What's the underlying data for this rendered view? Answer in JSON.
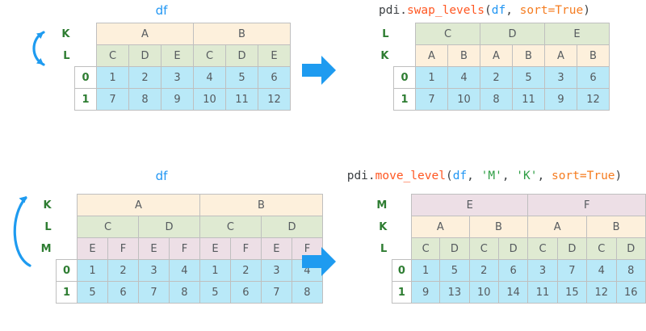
{
  "accent": {
    "blue": "#2196f3",
    "arrow_blue": "#1e9bf0",
    "level_label_green": "#2e7d32",
    "header_k": "#fdf0dc",
    "header_l": "#dfead2",
    "header_m": "#eddfe6",
    "data_cell": "#b9e9f8",
    "fn_orange": "#ff5722",
    "kw_orange": "#f57c20",
    "str_green": "#2e9e44"
  },
  "panels": {
    "top_left": {
      "title": {
        "type": "plain",
        "text": "df"
      },
      "level_names": [
        "K",
        "L"
      ],
      "level_indicator": "double-curved-swap-arrow",
      "header_rows": [
        {
          "level": "K",
          "style": "lv-k",
          "cells": [
            {
              "text": "A",
              "span": 3
            },
            {
              "text": "B",
              "span": 3
            }
          ]
        },
        {
          "level": "L",
          "style": "lv-l",
          "cells": [
            {
              "text": "C",
              "span": 1
            },
            {
              "text": "D",
              "span": 1
            },
            {
              "text": "E",
              "span": 1
            },
            {
              "text": "C",
              "span": 1
            },
            {
              "text": "D",
              "span": 1
            },
            {
              "text": "E",
              "span": 1
            }
          ]
        }
      ],
      "index": [
        "0",
        "1"
      ],
      "values": [
        [
          "1",
          "2",
          "3",
          "4",
          "5",
          "6"
        ],
        [
          "7",
          "8",
          "9",
          "10",
          "11",
          "12"
        ]
      ]
    },
    "top_right": {
      "title": {
        "type": "code",
        "tokens": [
          {
            "t": "pdi.",
            "c": "pun"
          },
          {
            "t": "swap_levels",
            "c": "fn"
          },
          {
            "t": "(",
            "c": "pun"
          },
          {
            "t": "df",
            "c": "var"
          },
          {
            "t": ", ",
            "c": "pun"
          },
          {
            "t": "sort=True",
            "c": "kw"
          },
          {
            "t": ")",
            "c": "pun"
          }
        ],
        "plain": "pdi.swap_levels(df, sort=True)"
      },
      "level_names": [
        "L",
        "K"
      ],
      "header_rows": [
        {
          "level": "L",
          "style": "lv-l",
          "cells": [
            {
              "text": "C",
              "span": 2
            },
            {
              "text": "D",
              "span": 2
            },
            {
              "text": "E",
              "span": 2
            }
          ]
        },
        {
          "level": "K",
          "style": "lv-k",
          "cells": [
            {
              "text": "A",
              "span": 1
            },
            {
              "text": "B",
              "span": 1
            },
            {
              "text": "A",
              "span": 1
            },
            {
              "text": "B",
              "span": 1
            },
            {
              "text": "A",
              "span": 1
            },
            {
              "text": "B",
              "span": 1
            }
          ]
        }
      ],
      "index": [
        "0",
        "1"
      ],
      "values": [
        [
          "1",
          "4",
          "2",
          "5",
          "3",
          "6"
        ],
        [
          "7",
          "10",
          "8",
          "11",
          "9",
          "12"
        ]
      ]
    },
    "bottom_left": {
      "title": {
        "type": "plain",
        "text": "df"
      },
      "level_names": [
        "K",
        "L",
        "M"
      ],
      "level_indicator": "single-curved-up-arrow",
      "header_rows": [
        {
          "level": "K",
          "style": "lv-k",
          "cells": [
            {
              "text": "A",
              "span": 4
            },
            {
              "text": "B",
              "span": 4
            }
          ]
        },
        {
          "level": "L",
          "style": "lv-l",
          "cells": [
            {
              "text": "C",
              "span": 2
            },
            {
              "text": "D",
              "span": 2
            },
            {
              "text": "C",
              "span": 2
            },
            {
              "text": "D",
              "span": 2
            }
          ]
        },
        {
          "level": "M",
          "style": "lv-m",
          "cells": [
            {
              "text": "E",
              "span": 1
            },
            {
              "text": "F",
              "span": 1
            },
            {
              "text": "E",
              "span": 1
            },
            {
              "text": "F",
              "span": 1
            },
            {
              "text": "E",
              "span": 1
            },
            {
              "text": "F",
              "span": 1
            },
            {
              "text": "E",
              "span": 1
            },
            {
              "text": "F",
              "span": 1
            }
          ]
        }
      ],
      "index": [
        "0",
        "1"
      ],
      "values": [
        [
          "1",
          "2",
          "3",
          "4",
          "1",
          "2",
          "3",
          "4"
        ],
        [
          "5",
          "6",
          "7",
          "8",
          "5",
          "6",
          "7",
          "8"
        ]
      ]
    },
    "bottom_right": {
      "title": {
        "type": "code",
        "tokens": [
          {
            "t": "pdi.",
            "c": "pun"
          },
          {
            "t": "move_level",
            "c": "fn"
          },
          {
            "t": "(",
            "c": "pun"
          },
          {
            "t": "df",
            "c": "var"
          },
          {
            "t": ", ",
            "c": "pun"
          },
          {
            "t": "'M'",
            "c": "str"
          },
          {
            "t": ", ",
            "c": "pun"
          },
          {
            "t": "'K'",
            "c": "str"
          },
          {
            "t": ", ",
            "c": "pun"
          },
          {
            "t": "sort=True",
            "c": "kw"
          },
          {
            "t": ")",
            "c": "pun"
          }
        ],
        "plain": "pdi.move_level(df, 'M', 'K', sort=True)"
      },
      "level_names": [
        "M",
        "K",
        "L"
      ],
      "header_rows": [
        {
          "level": "M",
          "style": "lv-m",
          "cells": [
            {
              "text": "E",
              "span": 4
            },
            {
              "text": "F",
              "span": 4
            }
          ]
        },
        {
          "level": "K",
          "style": "lv-k",
          "cells": [
            {
              "text": "A",
              "span": 2
            },
            {
              "text": "B",
              "span": 2
            },
            {
              "text": "A",
              "span": 2
            },
            {
              "text": "B",
              "span": 2
            }
          ]
        },
        {
          "level": "L",
          "style": "lv-l",
          "cells": [
            {
              "text": "C",
              "span": 1
            },
            {
              "text": "D",
              "span": 1
            },
            {
              "text": "C",
              "span": 1
            },
            {
              "text": "D",
              "span": 1
            },
            {
              "text": "C",
              "span": 1
            },
            {
              "text": "D",
              "span": 1
            },
            {
              "text": "C",
              "span": 1
            },
            {
              "text": "D",
              "span": 1
            }
          ]
        }
      ],
      "index": [
        "0",
        "1"
      ],
      "values": [
        [
          "1",
          "5",
          "2",
          "6",
          "3",
          "7",
          "4",
          "8"
        ],
        [
          "9",
          "13",
          "10",
          "14",
          "11",
          "15",
          "12",
          "16"
        ]
      ]
    }
  },
  "arrows": {
    "top_transform": "right-arrow-icon",
    "bottom_transform": "right-arrow-icon"
  }
}
